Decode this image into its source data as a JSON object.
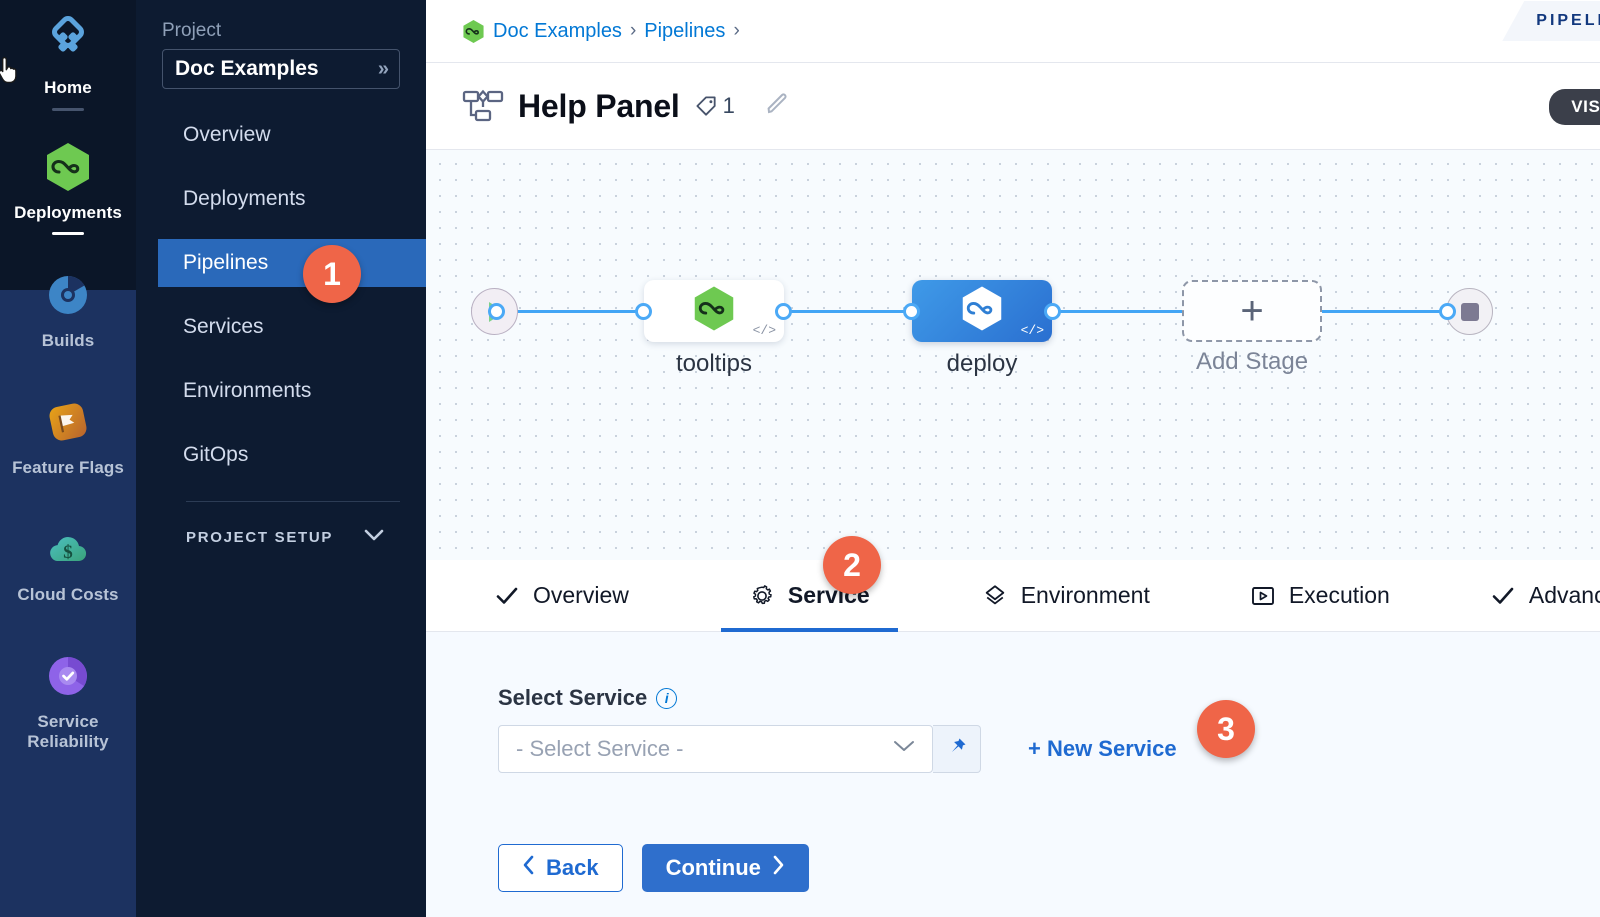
{
  "rail": {
    "items": [
      {
        "label": "Home",
        "icon": "home-diamond-icon",
        "active": true
      },
      {
        "label": "Deployments",
        "icon": "deployments-hexagon-icon",
        "active": true
      },
      {
        "label": "Builds",
        "icon": "builds-icon",
        "active": false
      },
      {
        "label": "Feature Flags",
        "icon": "feature-flags-icon",
        "active": false
      },
      {
        "label": "Cloud Costs",
        "icon": "cloud-costs-icon",
        "active": false
      },
      {
        "label": "Service Reliability",
        "icon": "service-reliability-icon",
        "active": false
      }
    ]
  },
  "sidebar": {
    "caption": "Project",
    "project_name": "Doc Examples",
    "expand_icon": "double-chevron-right-icon",
    "items": [
      {
        "label": "Overview"
      },
      {
        "label": "Deployments"
      },
      {
        "label": "Pipelines"
      },
      {
        "label": "Services"
      },
      {
        "label": "Environments"
      },
      {
        "label": "GitOps"
      }
    ],
    "active_item": "Pipelines",
    "setup_label": "PROJECT SETUP",
    "setup_icon": "chevron-down-icon"
  },
  "breadcrumb": {
    "project_icon": "harness-hexagon-icon",
    "items": [
      "Doc Examples",
      "Pipelines"
    ],
    "separator": "›",
    "trailing_separator": "›"
  },
  "header": {
    "stage_icon": "pipeline-flow-icon",
    "title": "Help Panel",
    "tag_icon": "tag-icon",
    "tag_count": "1",
    "edit_icon": "pencil-icon",
    "studio_label": "PIPELINE",
    "mode_label": "VISUAL"
  },
  "canvas": {
    "start_icon": "play-icon",
    "stop_icon": "stop-square-icon",
    "nodes": [
      {
        "label": "tooltips",
        "icon": "harness-hexagon-icon",
        "badge": "</>",
        "style": "light"
      },
      {
        "label": "deploy",
        "icon": "harness-hexagon-icon",
        "badge": "</>",
        "style": "blue"
      },
      {
        "label": "Add Stage",
        "icon": "plus-icon",
        "badge": "",
        "style": "add"
      }
    ]
  },
  "tabs": [
    {
      "label": "Overview",
      "icon": "check-icon",
      "active": false
    },
    {
      "label": "Service",
      "icon": "gear-icon",
      "active": true
    },
    {
      "label": "Environment",
      "icon": "layers-diamond-icon",
      "active": false
    },
    {
      "label": "Execution",
      "icon": "play-box-icon",
      "active": false
    },
    {
      "label": "Advanced",
      "icon": "check-icon",
      "active": false
    }
  ],
  "form": {
    "field_label": "Select Service",
    "info_icon": "info-icon",
    "select_placeholder": "- Select Service -",
    "select_chevron": "chevron-down-icon",
    "pin_icon": "pin-icon",
    "new_service_label": "+ New Service",
    "back_label": "Back",
    "back_icon": "chevron-left-icon",
    "continue_label": "Continue",
    "continue_icon": "chevron-right-icon"
  },
  "callouts": [
    {
      "number": "1"
    },
    {
      "number": "2"
    },
    {
      "number": "3"
    }
  ],
  "colors": {
    "accent_blue": "#1f6ad1",
    "callout_orange": "#ef6548",
    "rail_dark": "#0b1628",
    "rail_blue": "#1c3260",
    "sidebar_dark": "#0d1b31",
    "harness_green": "#5cc74a"
  }
}
